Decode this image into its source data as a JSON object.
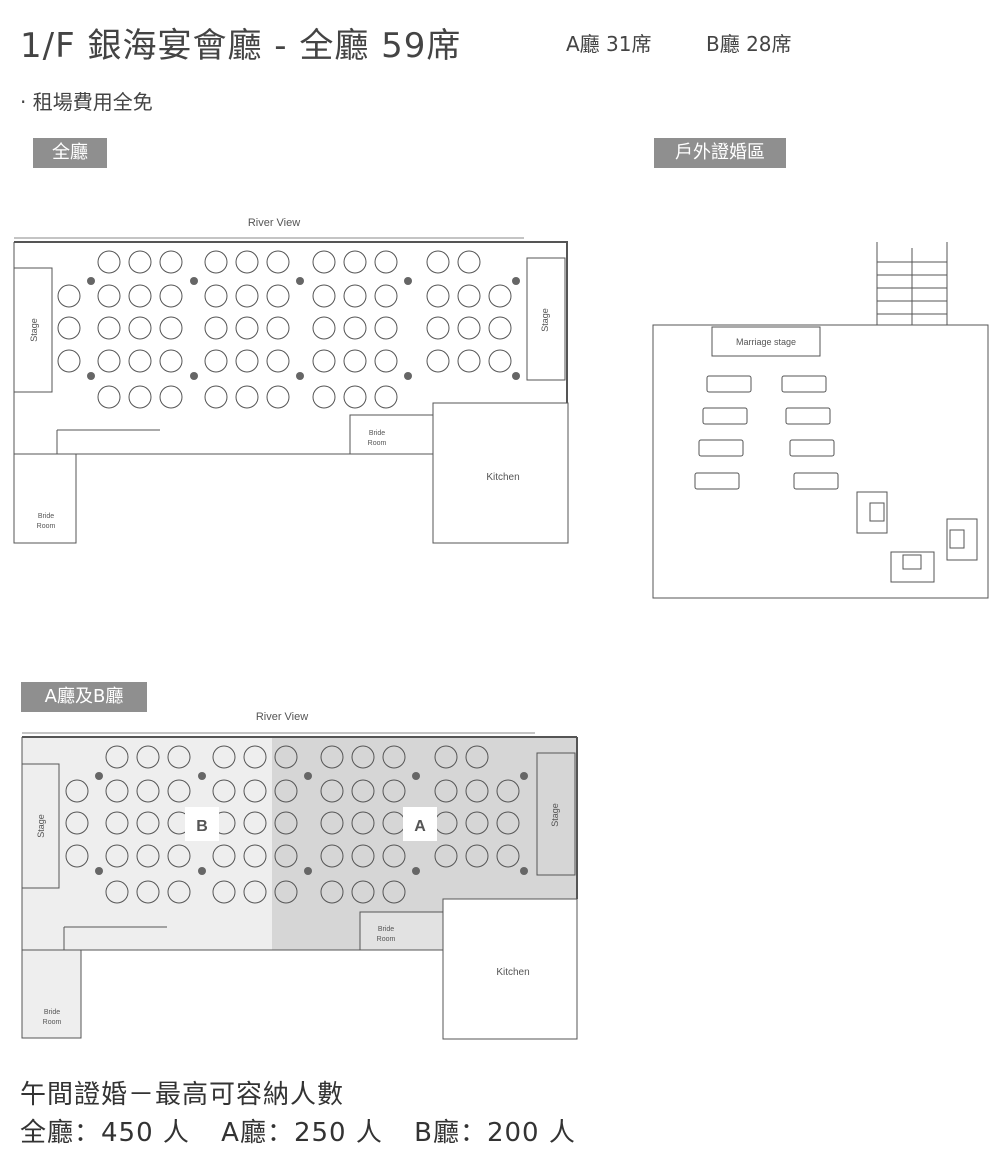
{
  "header": {
    "title": "1/F 銀海宴會廳 - 全廳 59席",
    "hall_a": "A廳 31席",
    "hall_b": "B廳 28席",
    "note": "· 租場費用全免"
  },
  "tags": {
    "full_hall": "全廳",
    "outdoor": "戶外證婚區",
    "ab_hall": "A廳及B廳"
  },
  "plan_labels": {
    "river_view": "River View",
    "stage": "Stage",
    "bride": "Bride",
    "room": "Room",
    "kitchen": "Kitchen",
    "marriage_stage": "Marriage stage",
    "a": "A",
    "b": "B"
  },
  "footer": {
    "line1": "午間證婚－最高可容納人數",
    "full_label": "全廳：450 人",
    "a_label": "A廳：250 人",
    "b_label": "B廳：200 人"
  },
  "colors": {
    "tag_bg": "#8f8f8f",
    "hall_b_fill": "#eeeeee",
    "hall_a_fill": "#d6d6d6",
    "line": "#555555"
  }
}
